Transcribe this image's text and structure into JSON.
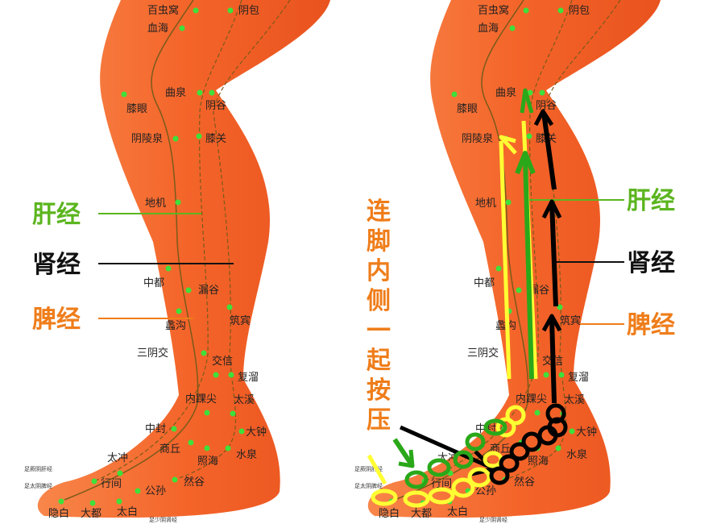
{
  "points": [
    "百虫窝",
    "血海",
    "阴包",
    "曲泉",
    "阴谷",
    "膝眼",
    "阴陵泉",
    "膝关",
    "地机",
    "中都",
    "漏谷",
    "筑宾",
    "蠡沟",
    "三阴交",
    "交信",
    "复溜",
    "内踝尖",
    "太溪",
    "中封",
    "大钟",
    "商丘",
    "照海",
    "水泉",
    "太冲",
    "行间",
    "公孙",
    "然谷",
    "隐白",
    "大都",
    "太白"
  ],
  "small_labels": [
    "足厥阴肝经",
    "足太阴脾经",
    "足少阴肾经"
  ],
  "meridians": [
    {
      "label": "肝经",
      "color": "#5bb51f"
    },
    {
      "label": "肾经",
      "color": "#111111"
    },
    {
      "label": "脾经",
      "color": "#ef7d1a"
    }
  ],
  "vertical_note": [
    "连",
    "脚",
    "内",
    "侧",
    "一",
    "起",
    "按",
    "压"
  ],
  "colors": {
    "skin": "#f46a2c",
    "point": "#3ee03a",
    "yellow": "#ffff33",
    "green": "#2aa81a",
    "black": "#000000"
  }
}
